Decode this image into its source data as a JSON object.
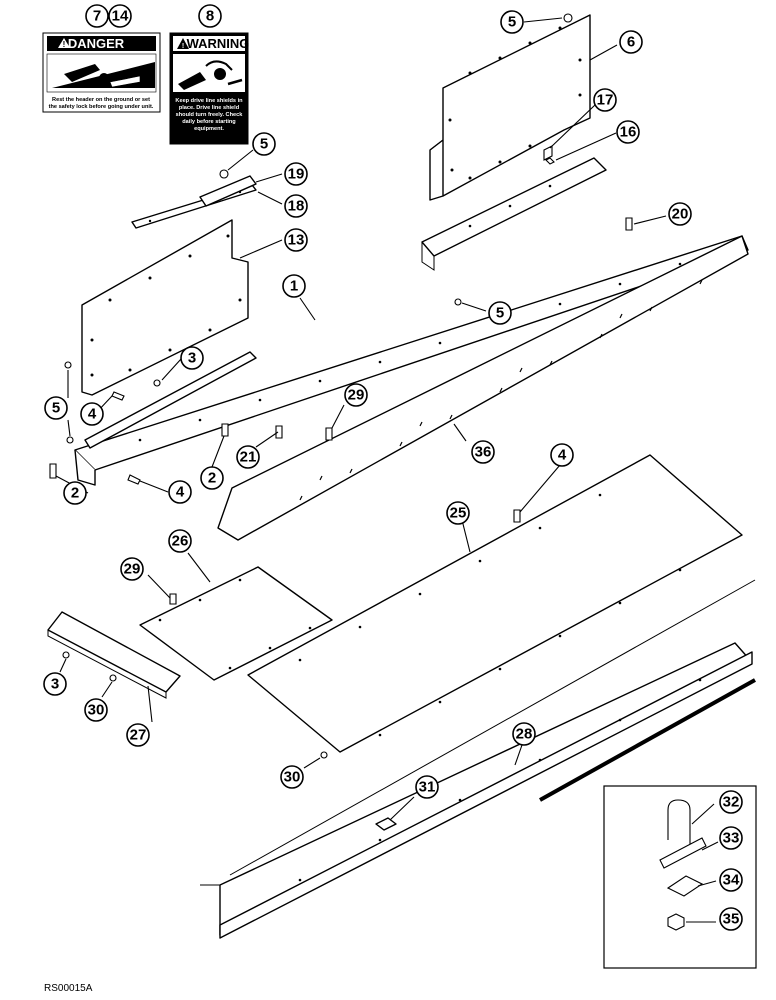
{
  "diagram": {
    "drawing_code": "RS00015A",
    "decals": {
      "danger": {
        "refs": [
          "7",
          "14"
        ],
        "heading": "DANGER",
        "text_lines": [
          "Rest the header on the ground or set",
          "the safety lock before going under unit."
        ]
      },
      "warning": {
        "ref": "8",
        "heading": "WARNING",
        "text_lines": [
          "Keep drive line shields in",
          "place. Drive line shield",
          "should turn freely. Check",
          "daily before starting",
          "equipment."
        ]
      }
    },
    "callouts": [
      "1",
      "2",
      "3",
      "4",
      "5",
      "6",
      "13",
      "16",
      "17",
      "18",
      "19",
      "20",
      "21",
      "25",
      "26",
      "27",
      "28",
      "29",
      "30",
      "31",
      "32",
      "33",
      "34",
      "35",
      "36"
    ]
  }
}
